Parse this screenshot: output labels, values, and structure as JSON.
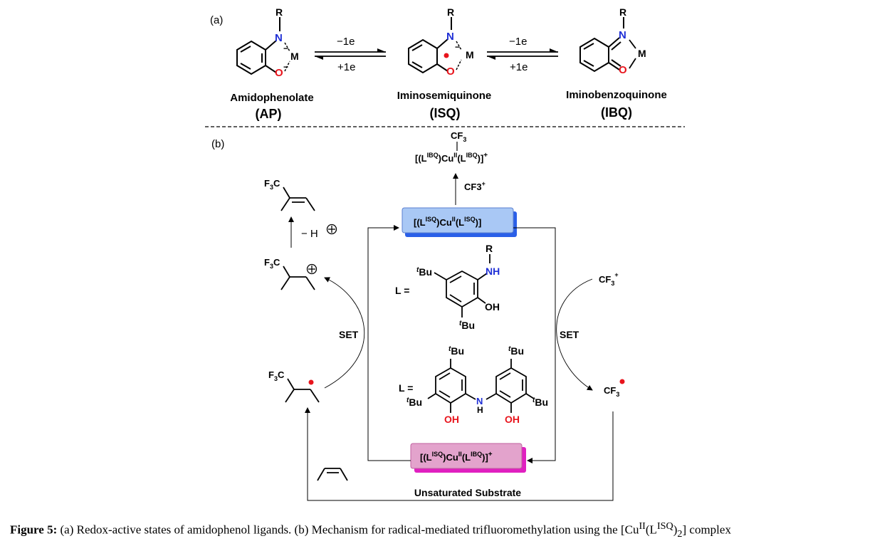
{
  "panel_a": {
    "label": "(a)",
    "states": [
      {
        "name": "Amidophenolate",
        "abbr": "(AP)"
      },
      {
        "name": "Iminosemiquinone",
        "abbr": "(ISQ)"
      },
      {
        "name": "Iminobenzoquinone",
        "abbr": "(IBQ)"
      }
    ],
    "arrows": [
      {
        "top": "−1e",
        "bottom": "+1e"
      },
      {
        "top": "−1e",
        "bottom": "+1e"
      }
    ],
    "atoms": {
      "R": "R",
      "N": "N",
      "O": "O",
      "M": "M"
    }
  },
  "panel_b": {
    "label": "(b)",
    "top_product": {
      "cf3": "CF",
      "sub3": "3",
      "pre": "[(L",
      "sup1": "IBQ",
      "mid": ")Cu",
      "sup2": "II",
      "mid2": "(L",
      "sup3": "IBQ",
      "post": ")]",
      "charge": "+"
    },
    "cf3_plus_label": {
      "text": "CF3",
      "sup": "+"
    },
    "catalyst_top": {
      "pre": "[(L",
      "sup1": "ISQ",
      "mid": ")Cu",
      "sup2": "II",
      "mid2": "(L",
      "sup3": "ISQ",
      "post": ")]"
    },
    "catalyst_bottom": {
      "pre": "[(L",
      "sup1": "ISQ",
      "mid": ")Cu",
      "sup2": "II",
      "mid2": "(L",
      "sup3": "IBQ",
      "post": ")]",
      "charge": "+"
    },
    "ligand1": {
      "eq": "L =",
      "tbu_sup": "t",
      "tbu": "Bu",
      "nh": "NH",
      "oh": "OH",
      "r": "R"
    },
    "ligand2": {
      "eq": "L =",
      "tbu_sup": "t",
      "tbu": "Bu",
      "n": "N",
      "h": "H",
      "oh": "OH"
    },
    "set_left": "SET",
    "set_right": "SET",
    "cf3_plus_right": {
      "text": "CF",
      "sub": "3",
      "sup": "+"
    },
    "cf3_radical": {
      "text": "CF",
      "sub": "3"
    },
    "minus_h": "− H",
    "f3c": {
      "text": "F",
      "sub": "3",
      "tail": "C"
    },
    "substrate_label": "Unsaturated Substrate"
  },
  "caption": {
    "bold": "Figure 5:",
    "text1": " (a) Redox-active states of amidophenol ligands. (b) Mechanism for radical-mediated trifluoromethylation using the [Cu",
    "sup1": "II",
    "text2": "(L",
    "sup2": "ISQ",
    "text3": ")",
    "sub": "2",
    "text4": "] complex"
  },
  "colors": {
    "nitrogen": "#1f2fd6",
    "oxygen": "#e8141c",
    "radical": "#e8141c",
    "box_blue": "#a9c8f5",
    "box_blue_shadow": "#2a5fe8",
    "box_pink": "#e3a3cc",
    "box_pink_shadow": "#e020c0"
  }
}
